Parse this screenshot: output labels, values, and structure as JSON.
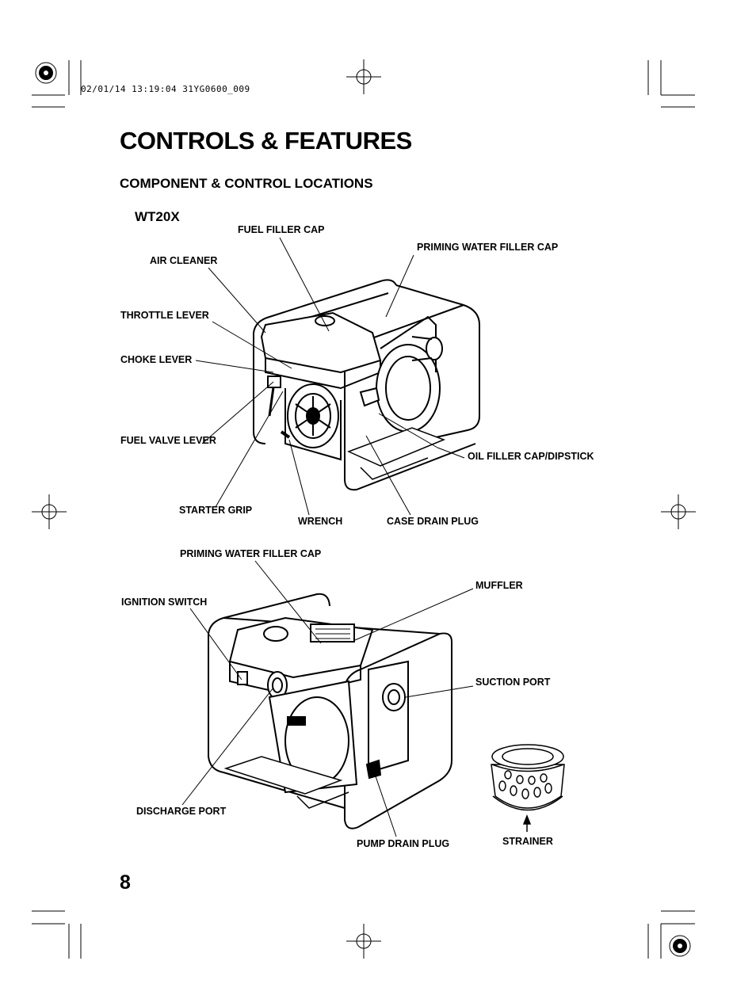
{
  "print_stamp": "02/01/14 13:19:04 31YG0600_009",
  "page_title": "CONTROLS & FEATURES",
  "section_title": "COMPONENT & CONTROL LOCATIONS",
  "model": "WT20X",
  "labels": {
    "fuel_filler_cap": "FUEL FILLER CAP",
    "priming_water_filler_cap": "PRIMING WATER FILLER CAP",
    "air_cleaner": "AIR CLEANER",
    "throttle_lever": "THROTTLE LEVER",
    "choke_lever": "CHOKE LEVER",
    "fuel_valve_lever": "FUEL VALVE LEVER",
    "oil_filler_cap_dipstick": "OIL FILLER CAP/DIPSTICK",
    "starter_grip": "STARTER GRIP",
    "wrench": "WRENCH",
    "case_drain_plug": "CASE DRAIN PLUG",
    "priming_water_filler_cap_2": "PRIMING WATER FILLER CAP",
    "muffler": "MUFFLER",
    "ignition_switch": "IGNITION SWITCH",
    "suction_port": "SUCTION PORT",
    "discharge_port": "DISCHARGE PORT",
    "pump_drain_plug": "PUMP DRAIN PLUG",
    "strainer": "STRAINER"
  },
  "page_number": "8"
}
